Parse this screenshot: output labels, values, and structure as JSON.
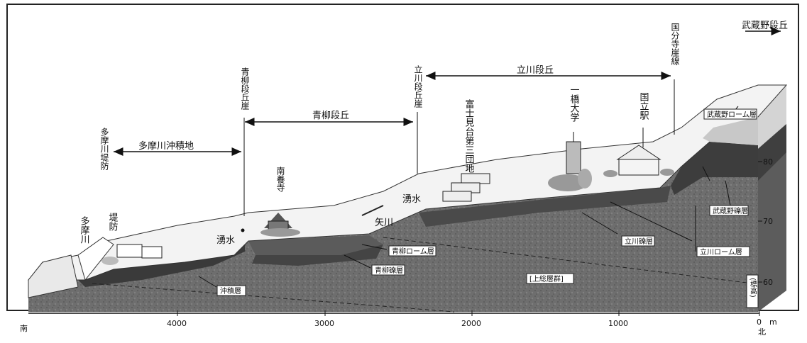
{
  "ranges": {
    "musashino": "武蔵野段丘",
    "tachikawa": "立川段丘",
    "aoyagi": "青柳段丘",
    "tamagawa_alluvium": "多摩川沖積地"
  },
  "scarps": {
    "kokubunji": "国分寺崖線",
    "tachikawa": "立川段丘崖",
    "aoyagi": "青柳段丘崖",
    "levee": "多摩川堤防"
  },
  "places": {
    "hitotsubashi": "一橋大学",
    "kunitachi_station": "国立駅",
    "fujimidai": "富士見台第三団地",
    "nanyoji": "南養寺",
    "spring_upper": "湧水",
    "spring_lower": "湧水",
    "yagawa": "矢川",
    "levee": "堤防",
    "tamagawa": "多摩川"
  },
  "layers": {
    "musashino_loam": "武蔵野ローム層",
    "musashino_gravel": "武蔵野礫層",
    "tachikawa_gravel": "立川礫層",
    "tachikawa_loam": "立川ローム層",
    "aoyagi_loam": "青柳ローム層",
    "aoyagi_gravel": "青柳礫層",
    "kazusa": "[上総層群]",
    "alluvium": "沖積層"
  },
  "elevation": {
    "label": "(標高)",
    "ticks": [
      "80",
      "70",
      "60"
    ]
  },
  "distance": {
    "unit": "m",
    "south": "南",
    "north": "北",
    "ticks": [
      "4000",
      "3000",
      "2000",
      "1000",
      "0"
    ]
  }
}
